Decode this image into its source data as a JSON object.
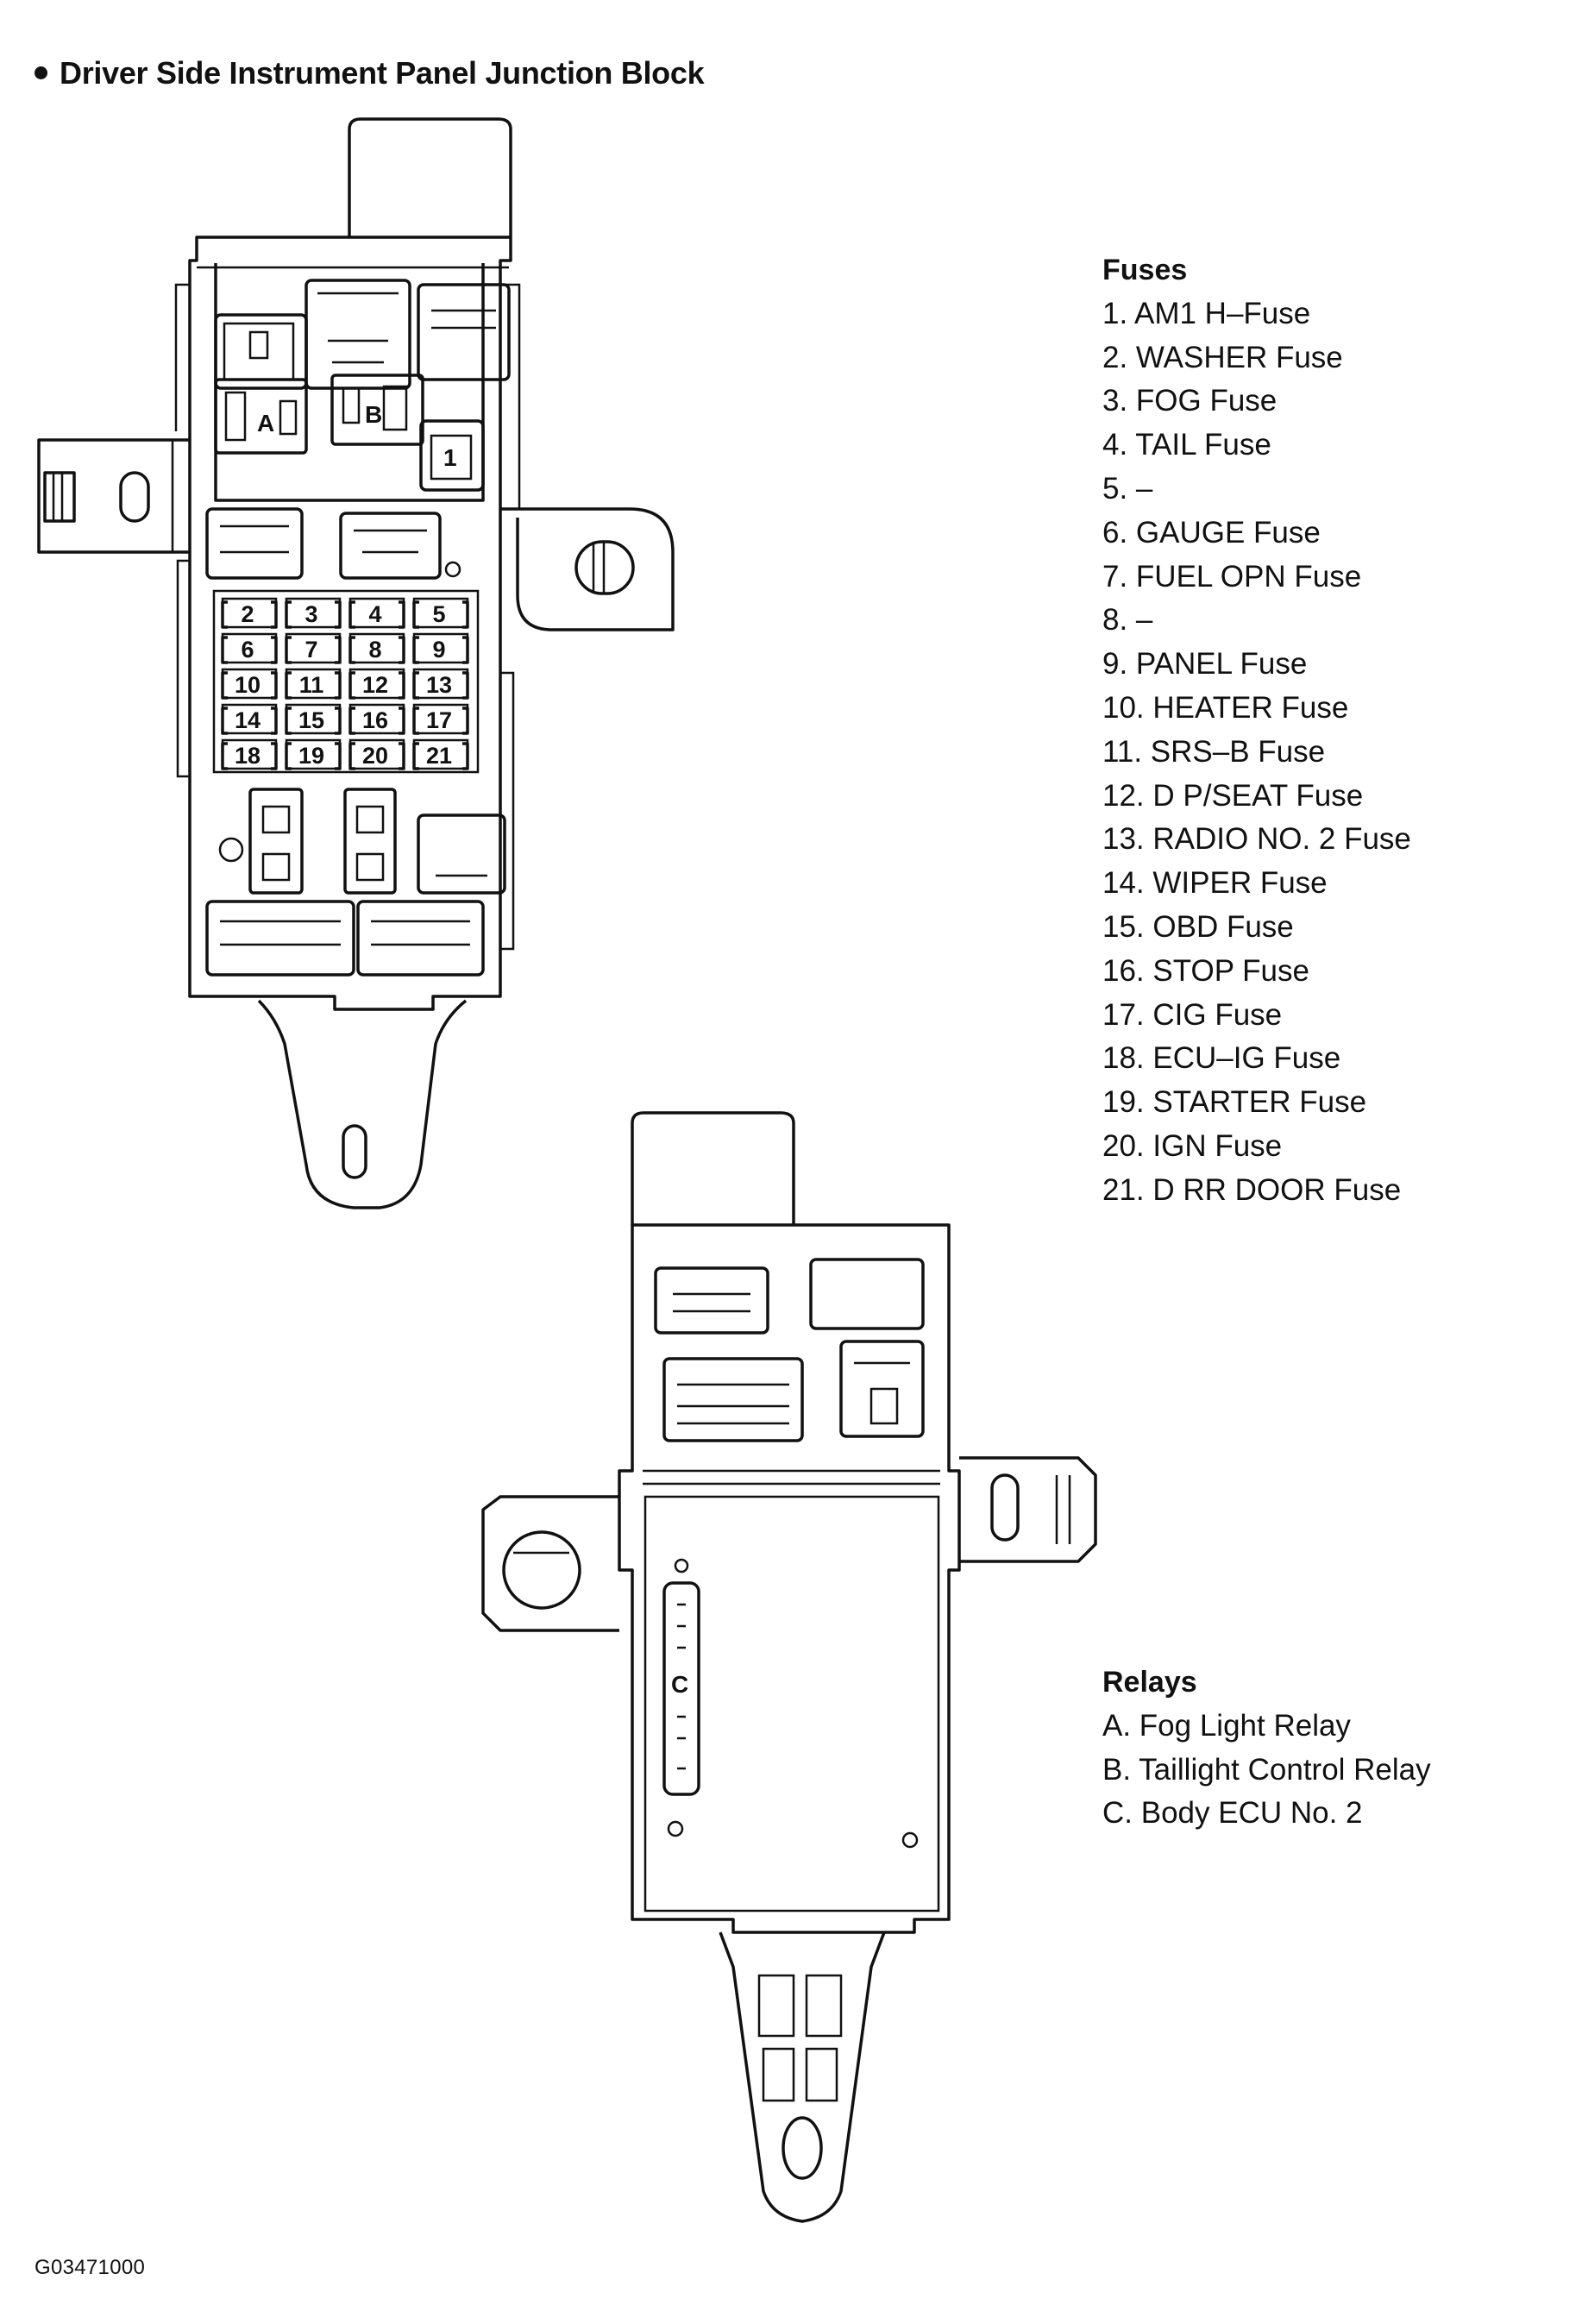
{
  "title": "Driver Side Instrument Panel Junction Block",
  "fuses": {
    "heading": "Fuses",
    "items": [
      "1. AM1 H–Fuse",
      "2. WASHER Fuse",
      "3. FOG Fuse",
      "4. TAIL Fuse",
      "5. –",
      "6. GAUGE Fuse",
      "7. FUEL OPN Fuse",
      "8. –",
      "9. PANEL Fuse",
      "10. HEATER Fuse",
      "11. SRS–B Fuse",
      "12. D P/SEAT Fuse",
      "13. RADIO NO. 2 Fuse",
      "14. WIPER Fuse",
      "15. OBD Fuse",
      "16. STOP Fuse",
      "17. CIG Fuse",
      "18. ECU–IG Fuse",
      "19. STARTER Fuse",
      "20. IGN Fuse",
      "21. D RR DOOR Fuse"
    ]
  },
  "relays": {
    "heading": "Relays",
    "items": [
      "A. Fog Light Relay",
      "B. Taillight Control Relay",
      "C. Body ECU No. 2"
    ]
  },
  "diagram": {
    "fuse_grid": [
      [
        "2",
        "3",
        "4",
        "5"
      ],
      [
        "6",
        "7",
        "8",
        "9"
      ],
      [
        "10",
        "11",
        "12",
        "13"
      ],
      [
        "14",
        "15",
        "16",
        "17"
      ],
      [
        "18",
        "19",
        "20",
        "21"
      ]
    ],
    "fuse_1_label": "1",
    "relay_a_label": "A",
    "relay_b_label": "B",
    "ecu_c_label": "C"
  },
  "figure_id": "G03471000"
}
